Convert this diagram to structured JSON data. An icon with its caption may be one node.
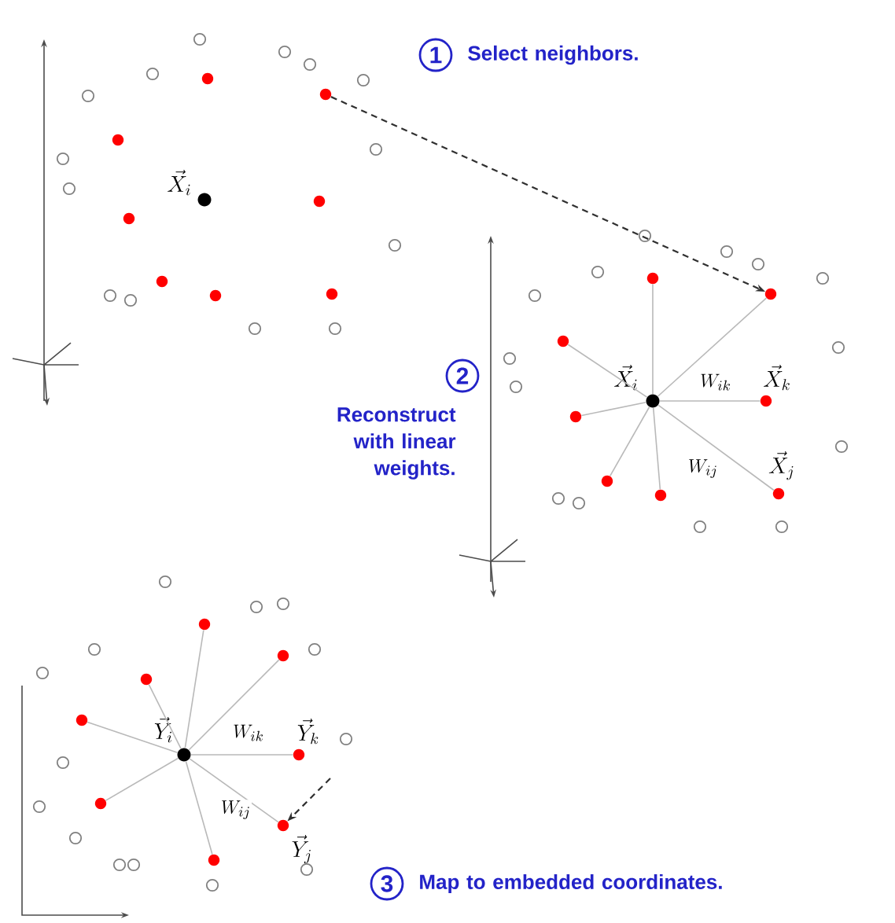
{
  "diagram": {
    "nodes": [
      {
        "text": [],
        "shape": "circle"
      },
      {
        "text": [],
        "shape": "circle",
        "beside": [
          "\\vec{X}_i"
        ]
      },
      {
        "text": [],
        "shape": "circle",
        "beside": [
          "\\vec{X}_i"
        ]
      },
      {
        "text": [],
        "shape": "circle"
      },
      {
        "text": [],
        "shape": "circle"
      },
      {
        "text": [],
        "shape": "circle"
      },
      {
        "text": [],
        "shape": "circle",
        "beside": [
          "\\vec{X}_k"
        ]
      },
      {
        "text": [],
        "shape": "circle"
      },
      {
        "text": [],
        "shape": "circle"
      },
      {
        "text": [],
        "shape": "circle"
      },
      {
        "text": [],
        "shape": "circle",
        "beside": [
          "\\vec{X}_j"
        ]
      },
      {
        "text": [],
        "shape": "circle",
        "beside": [
          "\\vec{Y}_i"
        ]
      },
      {
        "text": [],
        "shape": "circle"
      },
      {
        "text": [],
        "shape": "circle"
      },
      {
        "text": [],
        "shape": "circle"
      },
      {
        "text": [],
        "shape": "circle"
      },
      {
        "text": [],
        "shape": "circle",
        "beside": [
          "\\vec{Y}_k"
        ]
      },
      {
        "text": [],
        "shape": "circle"
      },
      {
        "text": [],
        "shape": "circle",
        "beside": [
          "\\vec{Y}_j"
        ]
      },
      {
        "text": [],
        "shape": "circle"
      }
    ],
    "edges": [
      {
        "from": 0,
        "to": 4,
        "arrow": "to",
        "style": "dashed",
        "color": "#303030"
      },
      {
        "from": null,
        "to": 18,
        "arrow": "to",
        "style": "dashed",
        "color": "#303030"
      },
      {
        "from": 2,
        "to": 3,
        "arrow": "none"
      },
      {
        "from": 2,
        "to": 4,
        "arrow": "none"
      },
      {
        "from": 2,
        "to": 5,
        "arrow": "none"
      },
      {
        "from": 2,
        "to": 6,
        "arrow": "none",
        "label": "W_{ik}"
      },
      {
        "from": 2,
        "to": 7,
        "arrow": "none"
      },
      {
        "from": 2,
        "to": 8,
        "arrow": "none"
      },
      {
        "from": 2,
        "to": 9,
        "arrow": "none"
      },
      {
        "from": 2,
        "to": 10,
        "arrow": "none",
        "label": "W_{ij}"
      },
      {
        "from": 11,
        "to": 12,
        "arrow": "none"
      },
      {
        "from": 11,
        "to": 13,
        "arrow": "none"
      },
      {
        "from": 11,
        "to": 14,
        "arrow": "none"
      },
      {
        "from": 11,
        "to": 15,
        "arrow": "none"
      },
      {
        "from": 11,
        "to": 16,
        "arrow": "none",
        "label": "W_{ik}"
      },
      {
        "from": 11,
        "to": 17,
        "arrow": "none"
      },
      {
        "from": 11,
        "to": 18,
        "arrow": "none",
        "label": "W_{ij}"
      },
      {
        "from": 11,
        "to": 19,
        "arrow": "none"
      }
    ],
    "labels": [
      "1",
      "Select neighbors.",
      "2",
      "Reconstruct with linear weights.",
      "3",
      "Map to embedded coordinates."
    ]
  }
}
